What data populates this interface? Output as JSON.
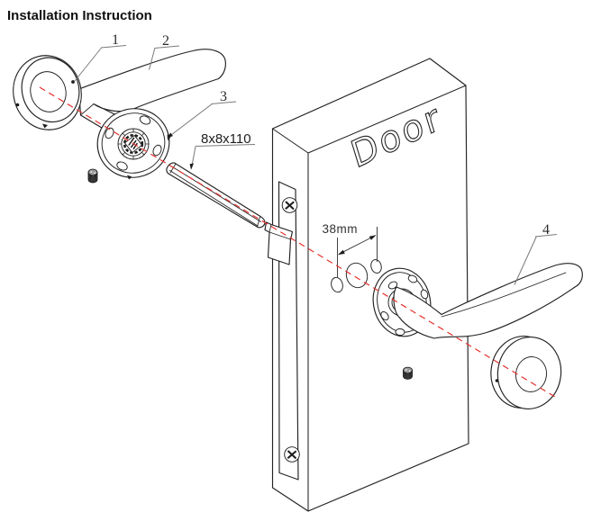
{
  "title": "Installation Instruction",
  "labels": {
    "part1": "1",
    "part2": "2",
    "part3": "3",
    "part4": "4",
    "spindle": "8x8x110",
    "backset": "38mm",
    "door": "Door"
  },
  "colors": {
    "line": "#222222",
    "leader": "#7a7a7a",
    "centerline": "#e5302c",
    "dimension": "#3a3a3a",
    "background": "#ffffff"
  }
}
